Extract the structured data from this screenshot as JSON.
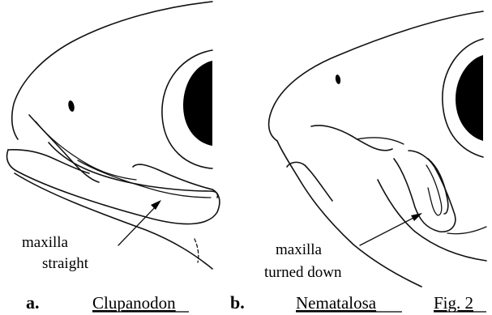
{
  "panel_a": {
    "letter": "a.",
    "genus": "Clupanodon",
    "annotation_line1": "maxilla",
    "annotation_line2": "straight"
  },
  "panel_b": {
    "letter": "b.",
    "genus": "Nematalosa",
    "annotation_line1": "maxilla",
    "annotation_line2": "turned down"
  },
  "figure_label": "Fig. 2"
}
